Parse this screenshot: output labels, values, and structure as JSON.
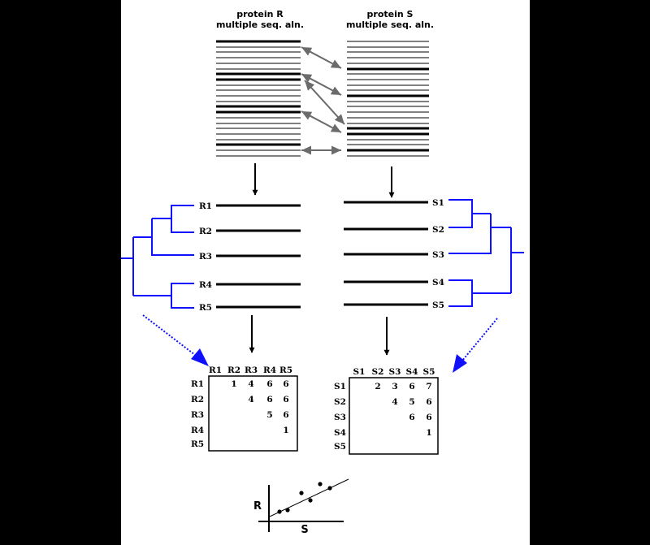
{
  "protein_r": {
    "title_line1": "protein R",
    "title_line2": "multiple seq. aln.",
    "labels": [
      "R1",
      "R2",
      "R3",
      "R4",
      "R5"
    ],
    "matrix_headers": [
      "R1",
      "R2",
      "R3",
      "R4",
      "R5"
    ],
    "matrix_values": [
      [
        "1",
        "4",
        "6",
        "6"
      ],
      [
        "4",
        "6",
        "6"
      ],
      [
        "5",
        "6"
      ],
      [
        "1"
      ]
    ]
  },
  "protein_s": {
    "title_line1": "protein S",
    "title_line2": "multiple seq. aln.",
    "labels": [
      "S1",
      "S2",
      "S3",
      "S4",
      "S5"
    ],
    "matrix_headers": [
      "S1",
      "S2",
      "S3",
      "S4",
      "S5"
    ],
    "matrix_values": [
      [
        "2",
        "3",
        "6",
        "7"
      ],
      [
        "4",
        "5",
        "6"
      ],
      [
        "6",
        "6"
      ],
      [
        "1"
      ]
    ]
  },
  "scatter": {
    "xlabel": "S",
    "ylabel": "R"
  },
  "colors": {
    "tree": "#1010ff",
    "dashed_arrow": "#1010ff",
    "link_arrow": "#6b6b6b",
    "line": "#000000"
  }
}
